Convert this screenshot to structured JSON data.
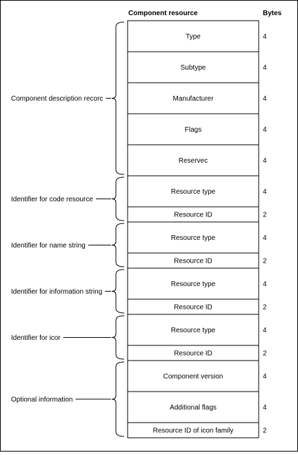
{
  "header": {
    "column_title": "Component resource",
    "bytes_title": "Bytes"
  },
  "rows": [
    {
      "label": "Type",
      "bytes": "4",
      "tall": true
    },
    {
      "label": "Subtype",
      "bytes": "4",
      "tall": true
    },
    {
      "label": "Manufacturer",
      "bytes": "4",
      "tall": true
    },
    {
      "label": "Flags",
      "bytes": "4",
      "tall": true
    },
    {
      "label": "Reservec",
      "bytes": "4",
      "tall": true
    },
    {
      "label": "Resource type",
      "bytes": "4",
      "tall": true
    },
    {
      "label": "Resource ID",
      "bytes": "2",
      "tall": false
    },
    {
      "label": "Resource type",
      "bytes": "4",
      "tall": true
    },
    {
      "label": "Resource ID",
      "bytes": "2",
      "tall": false
    },
    {
      "label": "Resource type",
      "bytes": "4",
      "tall": true
    },
    {
      "label": "Resource ID",
      "bytes": "2",
      "tall": false
    },
    {
      "label": "Resource type",
      "bytes": "4",
      "tall": true
    },
    {
      "label": "Resource ID",
      "bytes": "2",
      "tall": false
    },
    {
      "label": "Component version",
      "bytes": "4",
      "tall": true
    },
    {
      "label": "Additional flags",
      "bytes": "4",
      "tall": true
    },
    {
      "label": "Resource ID of icon family",
      "bytes": "2",
      "tall": false
    }
  ],
  "groups": [
    {
      "label": "Component description recorc",
      "first_row": 0,
      "last_row": 4
    },
    {
      "label": "Identifier for code resource",
      "first_row": 5,
      "last_row": 6
    },
    {
      "label": "Identifier for name string",
      "first_row": 7,
      "last_row": 8
    },
    {
      "label": "Identifier for information string",
      "first_row": 9,
      "last_row": 10
    },
    {
      "label": "Identifier for icor",
      "first_row": 11,
      "last_row": 12
    },
    {
      "label": "Optional information",
      "first_row": 13,
      "last_row": 15
    }
  ]
}
